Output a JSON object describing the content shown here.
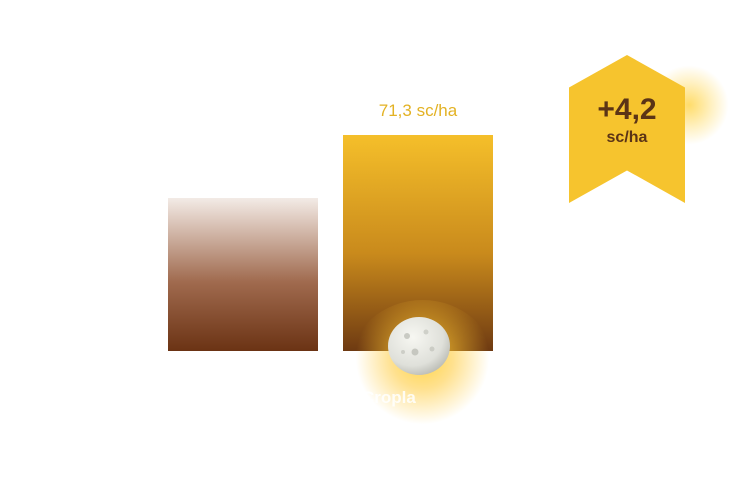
{
  "chart_data": {
    "type": "bar",
    "categories": [
      "",
      ""
    ],
    "values": [
      50.5,
      71.3
    ],
    "data_labels": [
      "",
      "71,3 sc/ha"
    ],
    "title": "",
    "xlabel": "",
    "ylabel": "",
    "ylim": [
      0,
      90
    ],
    "grid": false,
    "colors": {
      "bar1_top": "#f3ebe6",
      "bar1_bottom": "#6b3314",
      "bar2_top": "#f5bf2a",
      "bar2_bottom": "#6e3a12",
      "label": "#e3b224"
    }
  },
  "badge": {
    "value": "+4,2",
    "unit": "sc/ha",
    "color": "#f6c42e",
    "text_color": "#5b3416"
  },
  "product_label": "Cropla",
  "icons": [
    "product-granule-icon"
  ]
}
